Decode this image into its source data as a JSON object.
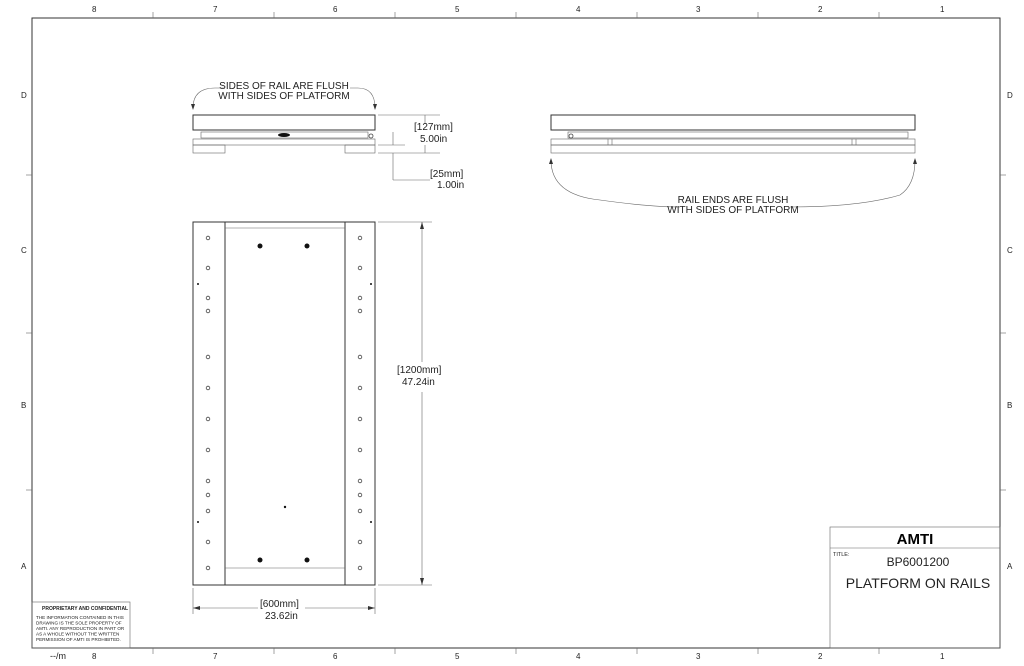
{
  "zones": {
    "columns": [
      "8",
      "7",
      "6",
      "5",
      "4",
      "3",
      "2",
      "1"
    ],
    "rows": [
      "D",
      "C",
      "B",
      "A"
    ]
  },
  "front_view": {
    "note_line1": "SIDES OF RAIL ARE FLUSH",
    "note_line2": "WITH SIDES OF PLATFORM",
    "height_mm": "[127mm]",
    "height_in": "5.00in",
    "rail_mm": "[25mm]",
    "rail_in": "1.00in"
  },
  "side_view": {
    "note_line1": "RAIL ENDS ARE FLUSH",
    "note_line2": "WITH SIDES OF PLATFORM"
  },
  "plan_view": {
    "length_mm": "[1200mm]",
    "length_in": "47.24in",
    "width_mm": "[600mm]",
    "width_in": "23.62in"
  },
  "proprietary": {
    "heading": "PROPRIETARY AND CONFIDENTIAL",
    "lines": [
      "THE INFORMATION CONTAINED IN THIS",
      "DRAWING IS THE SOLE PROPERTY OF",
      "AMTI. ANY REPRODUCTION IN PART OR",
      "AS A WHOLE WITHOUT THE WRITTEN",
      "PERMISSION OF AMTI IS PROHIBITED."
    ]
  },
  "scale_mark": "--/m",
  "title_block": {
    "company": "AMTI",
    "title_label": "TITLE:",
    "part_number": "BP6001200",
    "description": "PLATFORM ON RAILS"
  }
}
